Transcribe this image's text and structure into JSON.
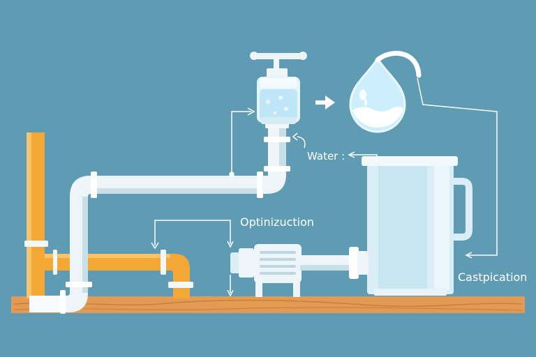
{
  "colors": {
    "background": "#5f9cb4",
    "pipe_white": "#eef5f8",
    "pipe_shade": "#c9dfe8",
    "pipe_orange": "#f3a735",
    "ground": "#e39a52",
    "water": "#bfe6f7",
    "connector": "#ffffff"
  },
  "labels": {
    "water": "Water :",
    "optimization": "Optinizuction",
    "castpication": "Castpication"
  },
  "icons": [
    "faucet-icon",
    "water-drop-icon",
    "right-arrow-icon",
    "pump-icon",
    "tank-icon"
  ]
}
